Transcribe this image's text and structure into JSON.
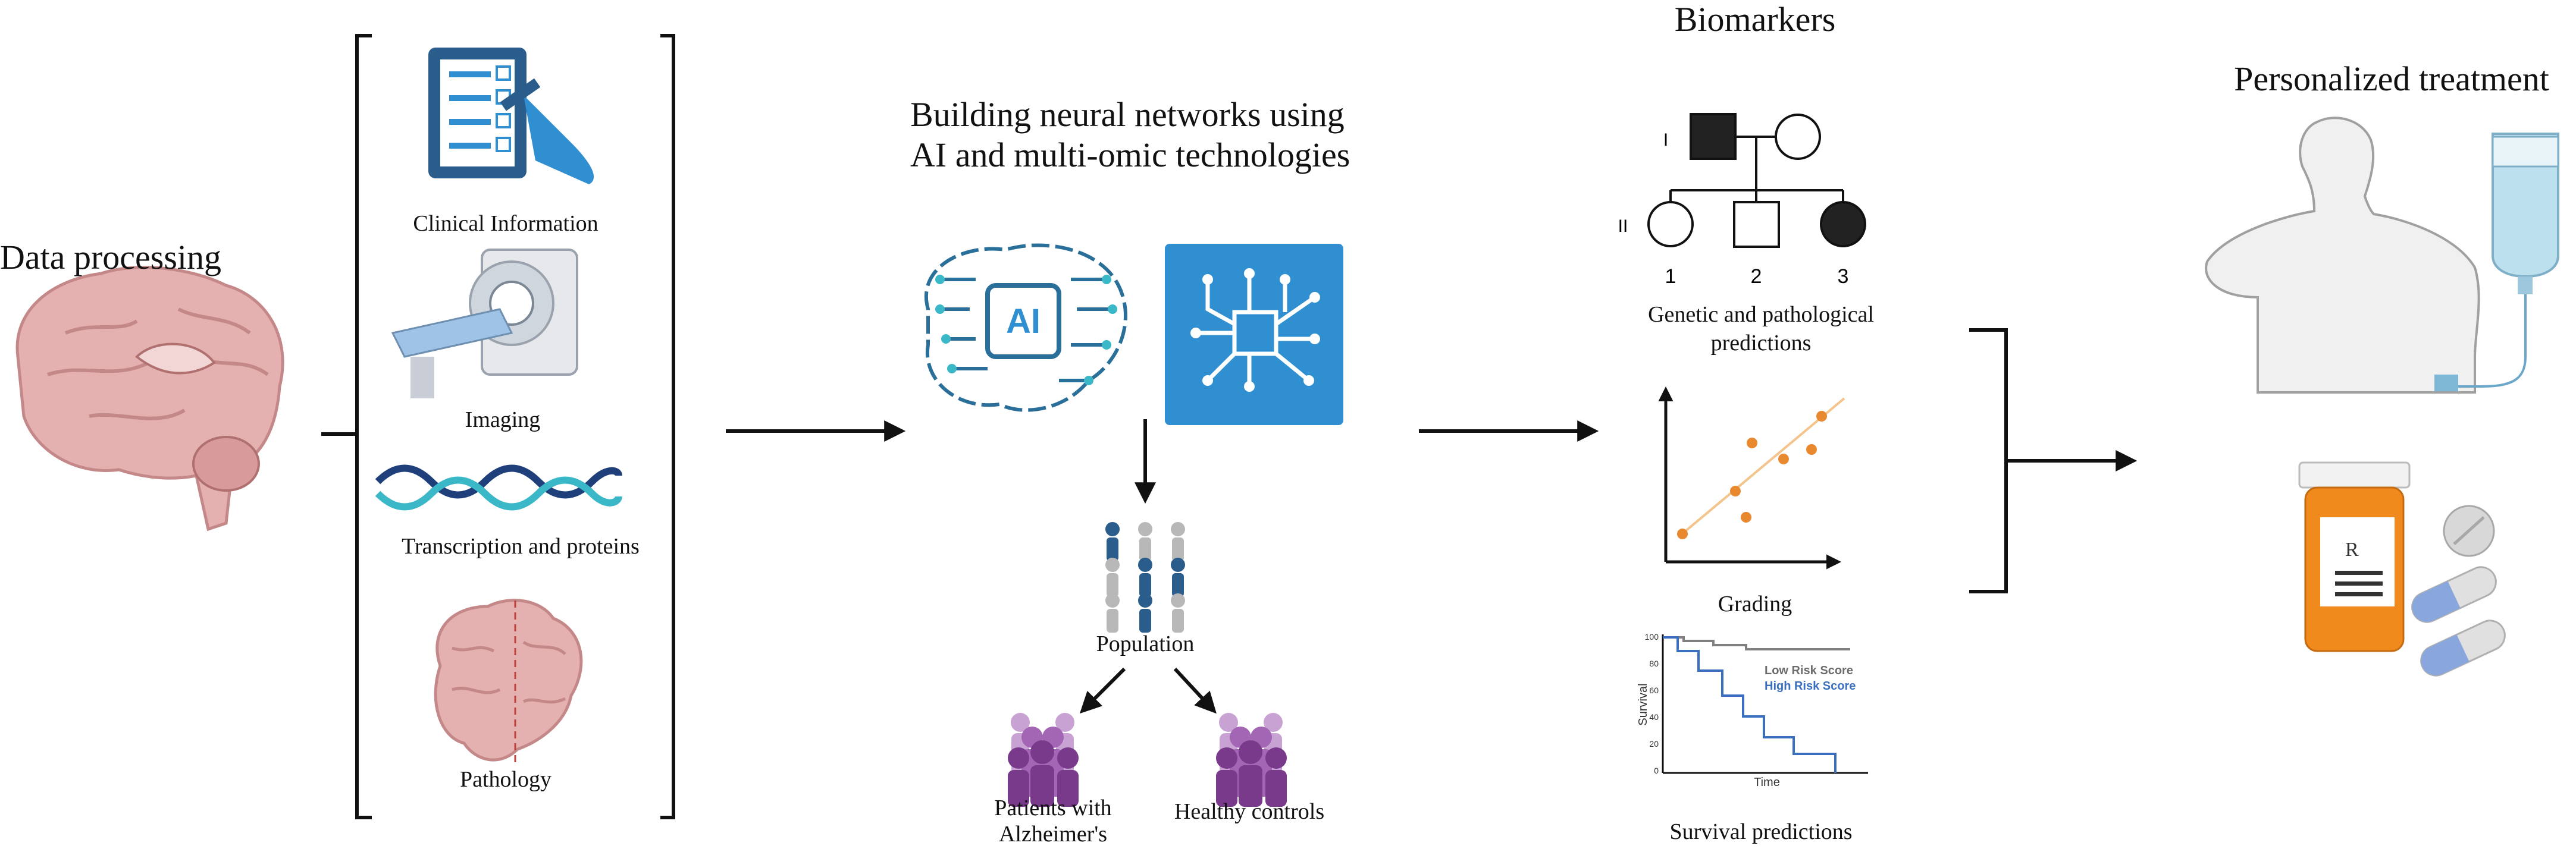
{
  "stage1": {
    "title": "Data processing",
    "items": {
      "clinical": "Clinical Information",
      "imaging": "Imaging",
      "transcription": "Transcription and proteins",
      "pathology": "Pathology"
    }
  },
  "stage2": {
    "title_line1": "Building neural networks using",
    "title_line2": "AI and multi-omic technologies",
    "ai_badge": "AI",
    "population": "Population",
    "patients_line1": "Patients with",
    "patients_line2": "Alzheimer's",
    "controls": "Healthy controls"
  },
  "stage3": {
    "title": "Biomarkers",
    "pedigree": {
      "gen1": "I",
      "gen2": "II",
      "num1": "1",
      "num2": "2",
      "num3": "3"
    },
    "genetic_line1": "Genetic and pathological",
    "genetic_line2": "predictions",
    "grading": "Grading",
    "survival": {
      "ylabel": "Survival",
      "xlabel": "Time",
      "ticks": [
        "100",
        "80",
        "60",
        "40",
        "20",
        "0"
      ],
      "low": "Low Risk Score",
      "high": "High Risk Score",
      "caption": "Survival predictions"
    }
  },
  "stage4": {
    "title": "Personalized treatment",
    "rx": "R"
  },
  "colors": {
    "brain_pink": "#e0a8a8",
    "ai_blue": "#2f8fd0",
    "dark_blue": "#2a5d8c",
    "orange": "#e8892f",
    "purple": "#8a4a9a",
    "arrow": "#111111"
  }
}
